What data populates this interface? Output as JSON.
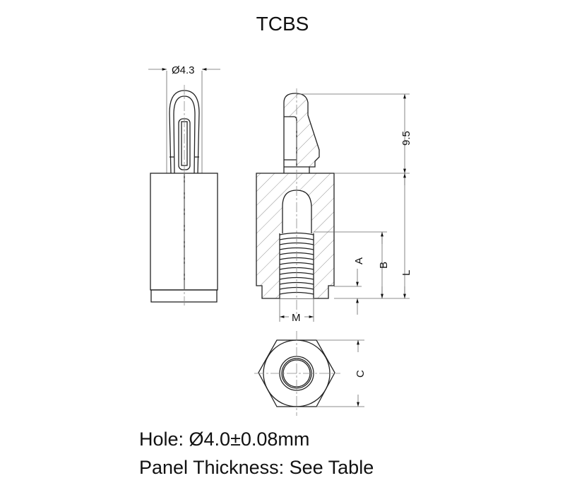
{
  "title": "TCBS",
  "dimensions": {
    "head_diameter": "Ø4.3",
    "head_height": "9.5",
    "thread_depth": "A",
    "thread_length": "B",
    "overall_length": "L",
    "thread_size": "M",
    "hex_across_flats": "C"
  },
  "notes": {
    "hole": "Hole: Ø4.0±0.08mm",
    "panel_thickness": "Panel Thickness: See Table"
  }
}
